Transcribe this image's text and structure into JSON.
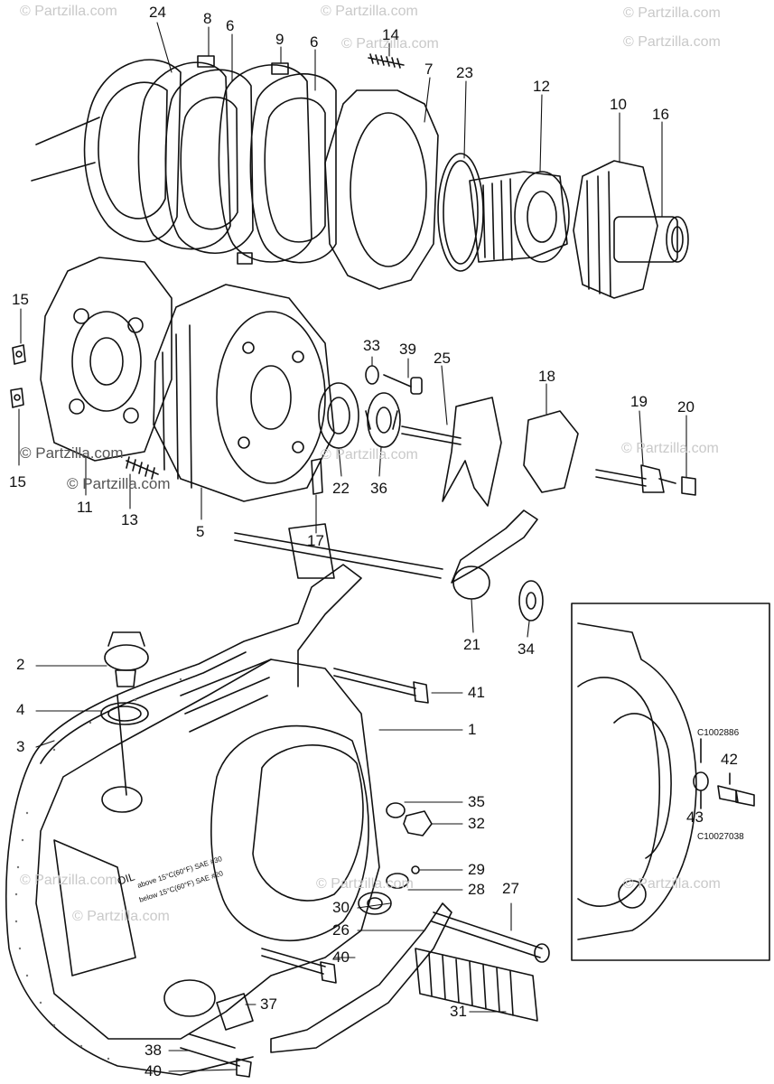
{
  "watermarks": {
    "brand": "© Partzilla.com",
    "brand_alt": "© Partzilla.com",
    "brand_dark": "© Partzilla.com"
  },
  "callouts": {
    "c1": "1",
    "c2": "2",
    "c3": "3",
    "c4": "4",
    "c5": "5",
    "c6a": "6",
    "c6b": "6",
    "c7": "7",
    "c8": "8",
    "c9": "9",
    "c10": "10",
    "c11": "11",
    "c12": "12",
    "c13": "13",
    "c14": "14",
    "c15a": "15",
    "c15b": "15",
    "c16": "16",
    "c17": "17",
    "c18": "18",
    "c19": "19",
    "c20": "20",
    "c21": "21",
    "c22": "22",
    "c23": "23",
    "c24": "24",
    "c25": "25",
    "c26": "26",
    "c27": "27",
    "c28": "28",
    "c29": "29",
    "c30": "30",
    "c31": "31",
    "c32": "32",
    "c33": "33",
    "c34": "34",
    "c35": "35",
    "c36": "36",
    "c37": "37",
    "c38": "38",
    "c39": "39",
    "c40a": "40",
    "c40b": "40",
    "c41": "41",
    "c42": "42",
    "c43": "43"
  },
  "inset": {
    "serial_top": "C1002886",
    "serial_bottom": "C10027038"
  },
  "cover_text": {
    "oil": "OIL",
    "line1": "above 15°C(60°F) SAE #30",
    "line2": "below 15°C(60°F) SAE #20"
  }
}
